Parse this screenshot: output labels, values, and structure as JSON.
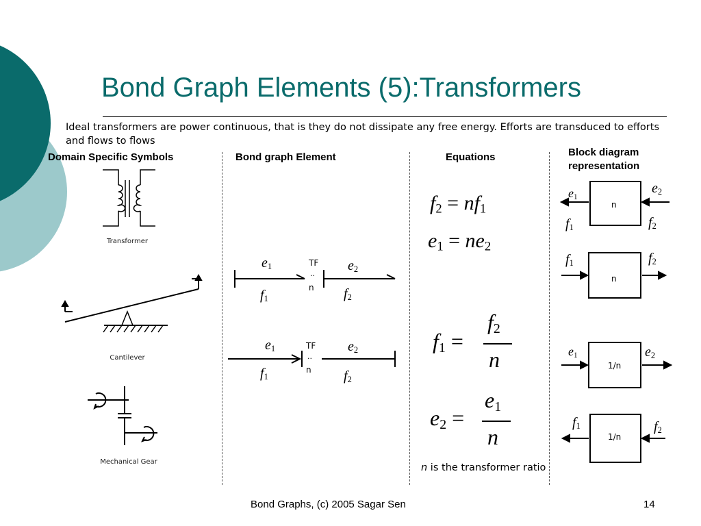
{
  "slide": {
    "title": "Bond Graph Elements (5):Transformers",
    "intro": "Ideal transformers are power continuous, that is they do not dissipate any free energy. Efforts are transduced to efforts and flows to flows",
    "footer": "Bond Graphs, (c) 2005 Sagar Sen",
    "page_number": "14"
  },
  "colors": {
    "title": "#0a6b6b",
    "deco_dark": "#0a6b6b",
    "deco_light": "#9cc9cb"
  },
  "columns": {
    "domain": "Domain Specific Symbols",
    "bond": "Bond graph Element",
    "equations": "Equations",
    "block": "Block diagram representation"
  },
  "symbols": {
    "transformer": "Transformer",
    "cantilever": "Cantilever",
    "gear": "Mechanical Gear"
  },
  "bond": {
    "tf": "TF",
    "colon": "..",
    "n": "n",
    "e": "e",
    "f": "f",
    "i1": "1",
    "i2": "2"
  },
  "equations": {
    "eq1_left": "f",
    "eq1_right": "nf",
    "eq2_left": "e",
    "eq2_right": "ne",
    "eq3_left": "f",
    "eq3_num": "f",
    "eq4_left": "e",
    "eq4_num": "e",
    "eq_sign": "=",
    "denominator": "n",
    "i1": "1",
    "i2": "2"
  },
  "note": {
    "var": "n",
    "text": " is the transformer ratio"
  },
  "blocks": {
    "b1": "n",
    "b2": "n",
    "b3": "1/n",
    "b4": "1/n"
  }
}
